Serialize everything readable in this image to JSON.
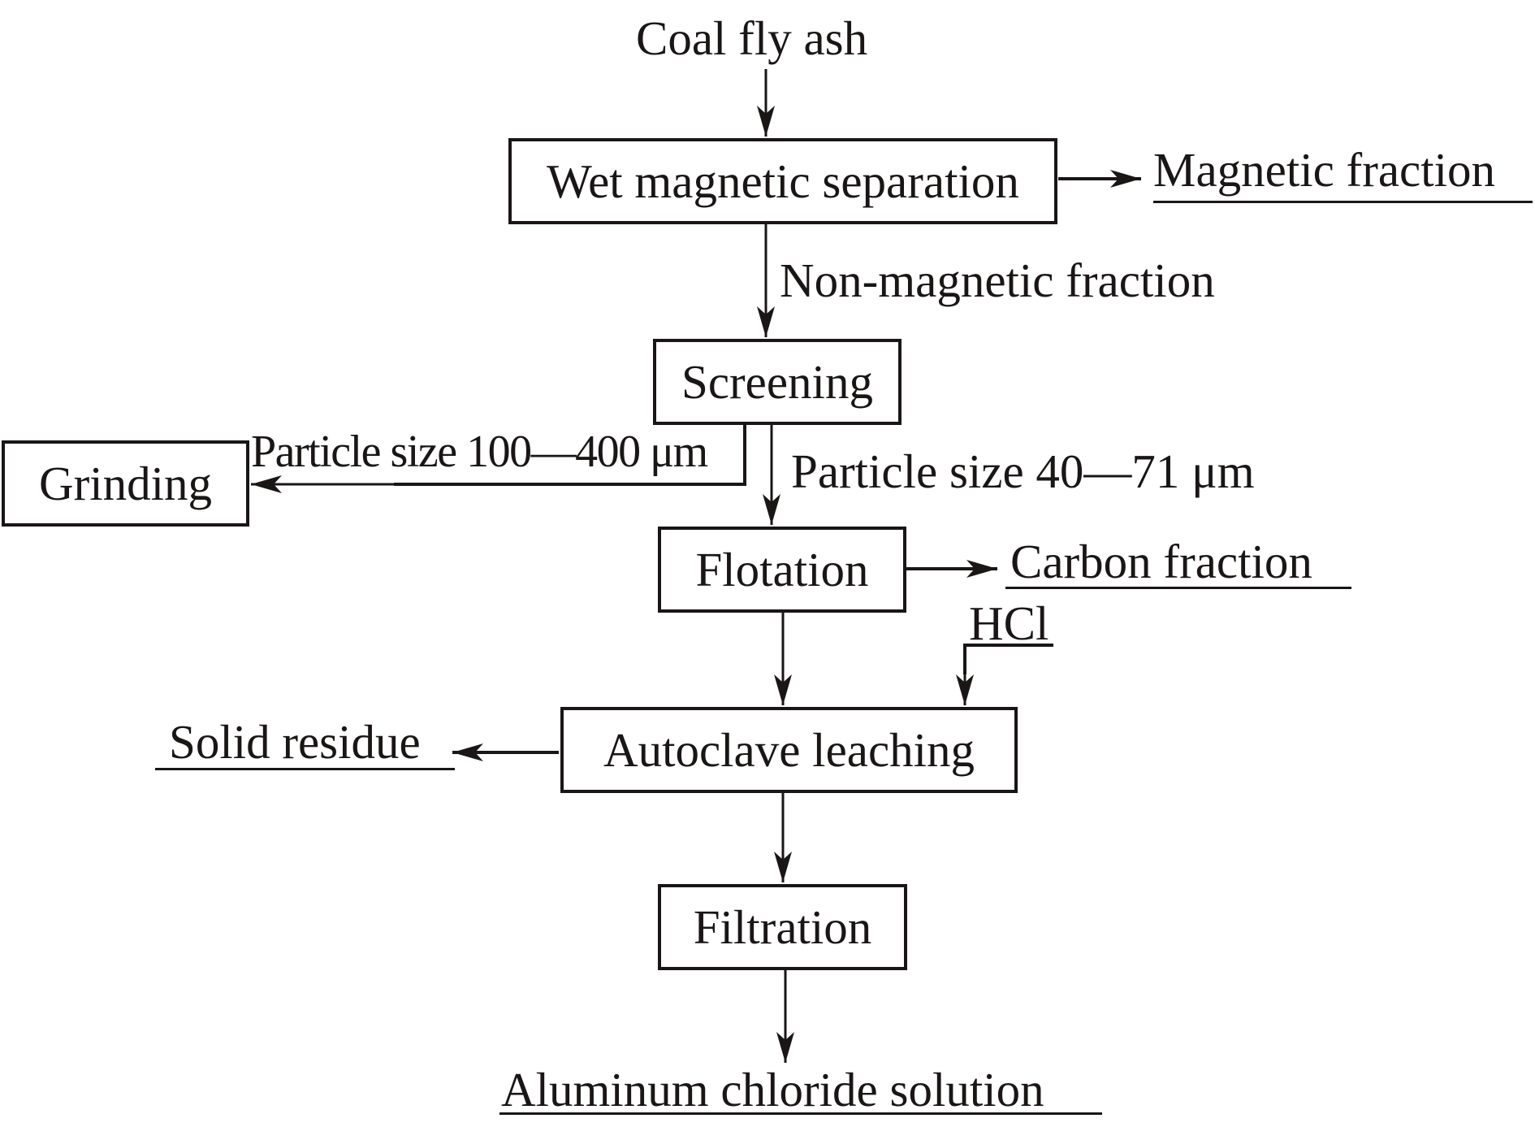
{
  "diagram": {
    "type": "process-flowchart",
    "input": "Coal fly ash",
    "nodes": {
      "wet_magnetic": "Wet magnetic separation",
      "screening": "Screening",
      "grinding": "Grinding",
      "flotation": "Flotation",
      "autoclave": "Autoclave leaching",
      "filtration": "Filtration"
    },
    "outputs": {
      "magnetic_fraction": "Magnetic fraction",
      "carbon_fraction": "Carbon fraction",
      "solid_residue": "Solid residue",
      "aluminum_chloride": "Aluminum chloride solution"
    },
    "edge_labels": {
      "non_magnetic": "Non-magnetic fraction",
      "coarse": "Particle size 100—400 μm",
      "fine": "Particle size 40—71 μm"
    },
    "reagents": {
      "hcl": "HCl"
    },
    "edges": [
      {
        "from": "Coal fly ash",
        "to": "Wet magnetic separation"
      },
      {
        "from": "Wet magnetic separation",
        "to": "Magnetic fraction"
      },
      {
        "from": "Wet magnetic separation",
        "to": "Screening",
        "label": "Non-magnetic fraction"
      },
      {
        "from": "Screening",
        "to": "Grinding",
        "label": "Particle size 100—400 μm"
      },
      {
        "from": "Screening",
        "to": "Flotation",
        "label": "Particle size 40—71 μm"
      },
      {
        "from": "Flotation",
        "to": "Carbon fraction"
      },
      {
        "from": "Flotation",
        "to": "Autoclave leaching"
      },
      {
        "from": "HCl",
        "to": "Autoclave leaching"
      },
      {
        "from": "Autoclave leaching",
        "to": "Solid residue"
      },
      {
        "from": "Autoclave leaching",
        "to": "Filtration"
      },
      {
        "from": "Filtration",
        "to": "Aluminum chloride solution"
      }
    ]
  },
  "colors": {
    "ink": "#1a1616",
    "background": "#ffffff"
  }
}
